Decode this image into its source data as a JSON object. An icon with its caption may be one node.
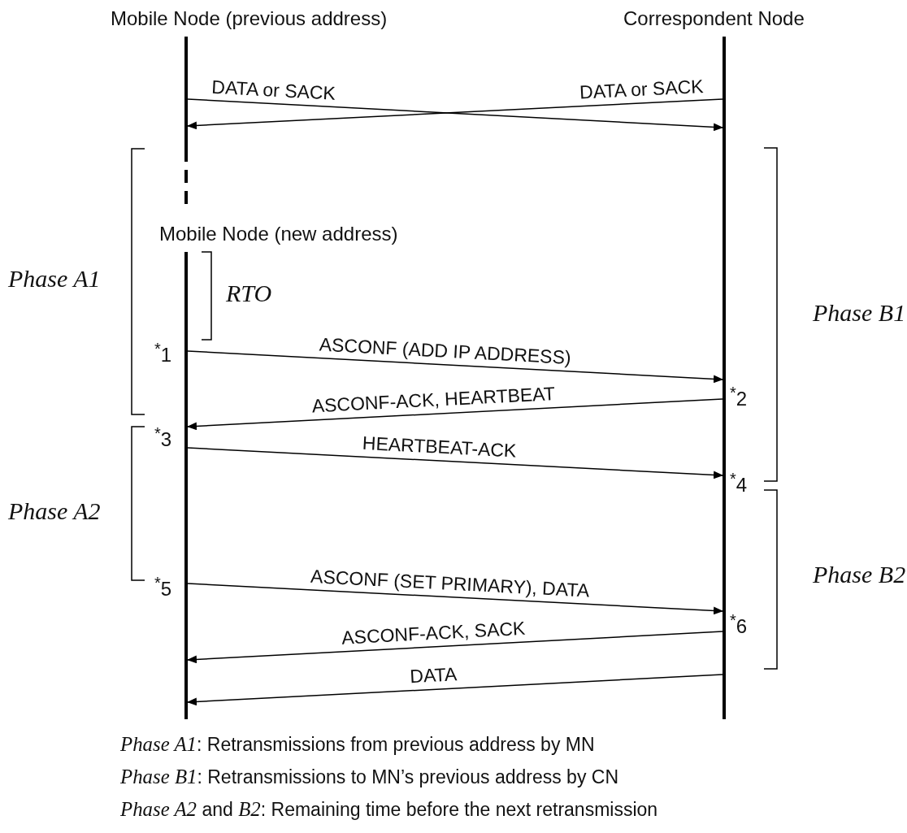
{
  "diagram": {
    "nodes": [
      {
        "text": [
          "Mobile Node (previous address)"
        ]
      },
      {
        "text": [
          "Correspondent Node"
        ]
      },
      {
        "text": [
          "Mobile Node (new address)"
        ]
      }
    ],
    "edges": [
      {
        "from": 0,
        "to": 1,
        "arrow": "to",
        "label": "DATA or SACK"
      },
      {
        "from": 1,
        "to": 0,
        "arrow": "to",
        "label": "DATA or SACK"
      },
      {
        "from": 2,
        "to": 1,
        "arrow": "to",
        "label": "ASCONF (ADD IP ADDRESS)"
      },
      {
        "from": 1,
        "to": 2,
        "arrow": "to",
        "label": "ASCONF-ACK, HEARTBEAT"
      },
      {
        "from": 2,
        "to": 1,
        "arrow": "to",
        "label": "HEARTBEAT-ACK"
      },
      {
        "from": 2,
        "to": 1,
        "arrow": "to",
        "label": "ASCONF (SET PRIMARY), DATA"
      },
      {
        "from": 1,
        "to": 2,
        "arrow": "to",
        "label": "ASCONF-ACK, SACK"
      },
      {
        "from": 1,
        "to": 2,
        "arrow": "to",
        "label": "DATA"
      }
    ],
    "labels": [
      "Phase A1",
      "RTO",
      "Phase B1",
      "$^{*}$1",
      "$^{*}$2",
      "$^{*}$3",
      "$^{*}$4",
      "Phase A2",
      "$^{*}$5",
      "Phase B2",
      "$^{*}$6",
      "*Phase A1*: Retransmissions from previous address by MN",
      "*Phase B1*: Retransmissions to MN’s previous address by CN",
      "*Phase A2* and *B2*: Remaining time before the next retransmission"
    ]
  }
}
